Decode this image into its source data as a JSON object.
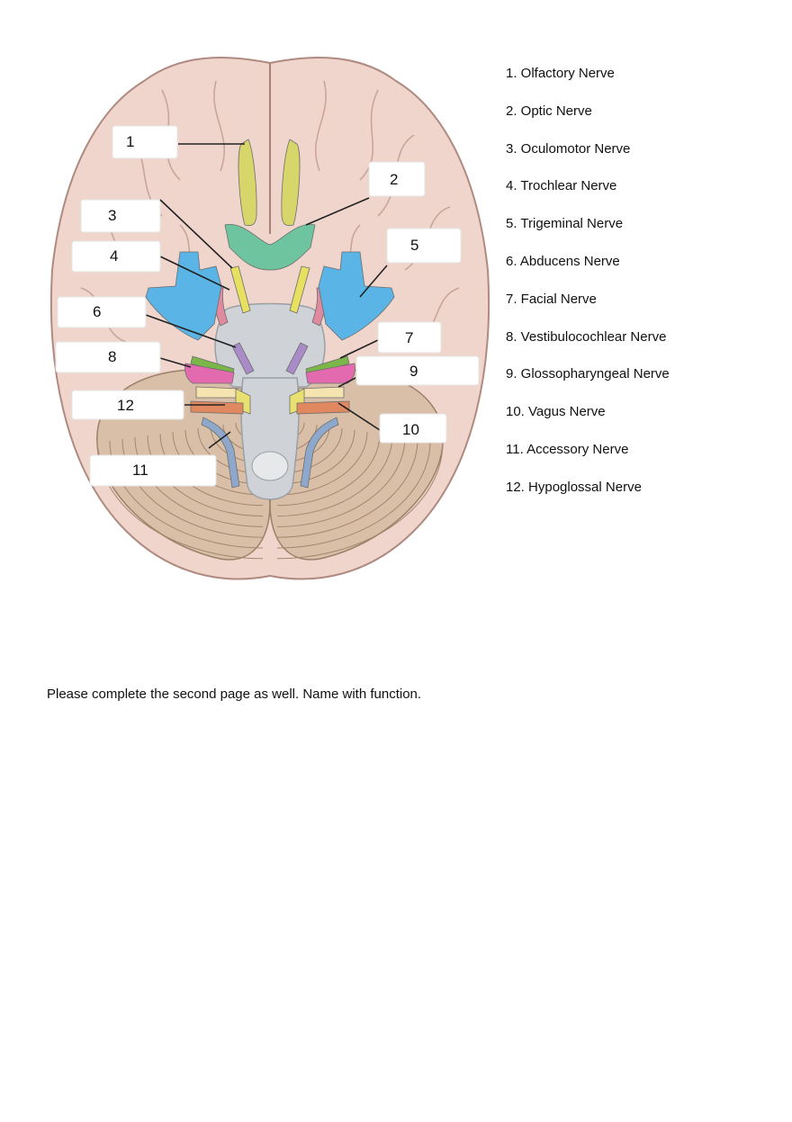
{
  "diagram": {
    "callout_numbers": [
      "1",
      "2",
      "3",
      "4",
      "5",
      "6",
      "7",
      "8",
      "9",
      "10",
      "11",
      "12"
    ],
    "colors": {
      "cerebrum": "#efd5cc",
      "sulcus": "#c9a59c",
      "cerebellum": "#d9bfa8",
      "brainstem": "#cfd2d6",
      "olfactory": "#d6d66a",
      "optic": "#6fc4a0",
      "oculomotor": "#e8e060",
      "trochlear": "#e08aa0",
      "trigeminal": "#5ab4e6",
      "abducens": "#a98bc8",
      "facial": "#7ab648",
      "vestibulocochlear": "#e46ab0",
      "glossopharyngeal": "#f5e4b0",
      "vagus": "#e08860",
      "accessory": "#8ea8cc",
      "hypoglossal": "#e8e070"
    }
  },
  "nerve_list": [
    "1. Olfactory Nerve",
    "2. Optic Nerve",
    "3. Oculomotor Nerve",
    "4. Trochlear Nerve",
    "5. Trigeminal Nerve",
    "6. Abducens Nerve",
    "7. Facial Nerve",
    "8. Vestibulocochlear Nerve",
    "9. Glossopharyngeal Nerve",
    "10. Vagus Nerve",
    "11. Accessory Nerve",
    "12. Hypoglossal Nerve"
  ],
  "instructions": "Please complete the second page as well.  Name with function."
}
